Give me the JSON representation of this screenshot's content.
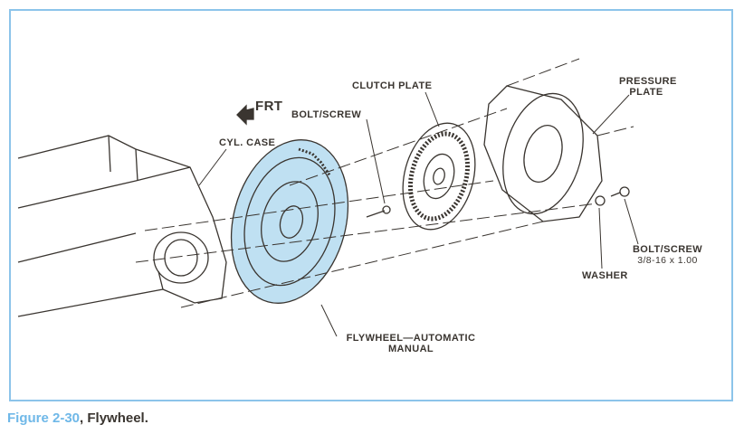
{
  "caption": {
    "number": "Figure 2-30",
    "separator": ", ",
    "title": "Flywheel."
  },
  "labels": {
    "front": "FRT",
    "cyl_case": "CYL. CASE",
    "bolt_screw_top": "BOLT/SCREW",
    "clutch_plate": "CLUTCH PLATE",
    "pressure_plate_1": "PRESSURE",
    "pressure_plate_2": "PLATE",
    "bolt_screw_right": "BOLT/SCREW",
    "bolt_spec": "3/8-16 x 1.00",
    "washer": "WASHER",
    "flywheel_1": "FLYWHEEL—AUTOMATIC",
    "flywheel_2": "MANUAL"
  },
  "colors": {
    "frame": "#8cc4ea",
    "flywheel_fill": "#bfe0f2",
    "caption_number": "#6fb8e8",
    "ink": "#3a3530"
  }
}
